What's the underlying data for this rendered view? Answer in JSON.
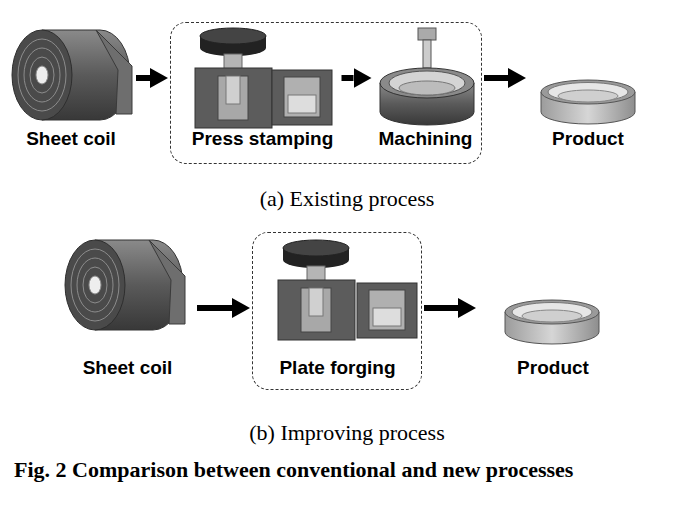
{
  "diagram": {
    "caption": "Fig. 2 Comparison between conventional and new processes",
    "nodes": [
      {
        "text": [
          "Sheet coil"
        ]
      },
      {
        "text": []
      },
      {
        "text": [
          "Press stamping"
        ],
        "in": 1
      },
      {
        "text": [
          "Machining"
        ],
        "in": 1
      },
      {
        "text": [
          "Product"
        ]
      },
      {
        "text": [
          "Sheet coil"
        ]
      },
      {
        "text": []
      },
      {
        "text": [
          "Plate forging"
        ],
        "in": 6
      },
      {
        "text": [
          "Product"
        ]
      }
    ],
    "edges": [
      {
        "from": 0,
        "to": 1,
        "arrow": "to"
      },
      {
        "from": 2,
        "to": 3,
        "arrow": "to"
      },
      {
        "from": 1,
        "to": 4,
        "arrow": "to"
      },
      {
        "from": 5,
        "to": 6,
        "arrow": "to"
      },
      {
        "from": 6,
        "to": 8,
        "arrow": "to"
      }
    ],
    "labels": [
      "(a) Existing process",
      "(b) Improving process"
    ]
  }
}
